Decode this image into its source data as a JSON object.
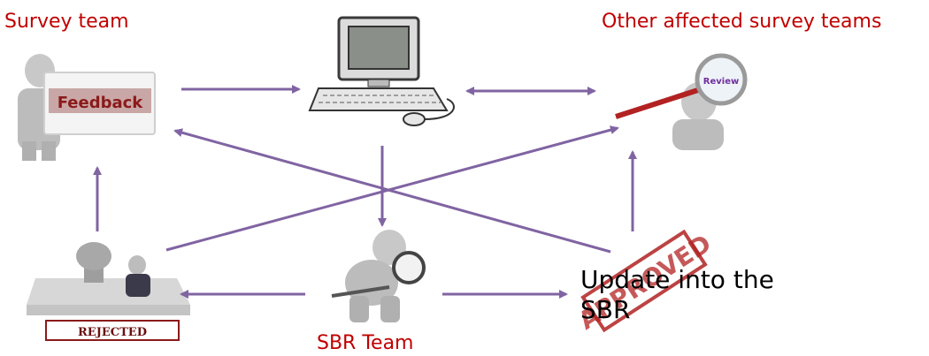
{
  "labels": {
    "survey_team": "Survey team",
    "other_teams": "Other affected survey teams",
    "sbr_team": "SBR Team",
    "update_sbr": "Update into the SBR",
    "feedback_sign": "Feedback",
    "review_lens": "Review",
    "rejected_stamp": "REJECTED",
    "approved_stamp": "APPROVED"
  },
  "colors": {
    "arrow": "#8064a2",
    "label_red": "#c00000",
    "stamp_red": "#b22222",
    "figure_gray": "#b8b8b8",
    "review_text": "#7030a0"
  },
  "icons": {
    "survey_team": "person-holding-feedback-sign-icon",
    "computer": "desktop-computer-icon",
    "other_teams": "person-with-magnifying-glass-icon",
    "rejected": "rejected-stamp-icon",
    "sbr_team": "crouching-person-with-magnifier-icon",
    "approved": "approved-stamp-icon"
  }
}
